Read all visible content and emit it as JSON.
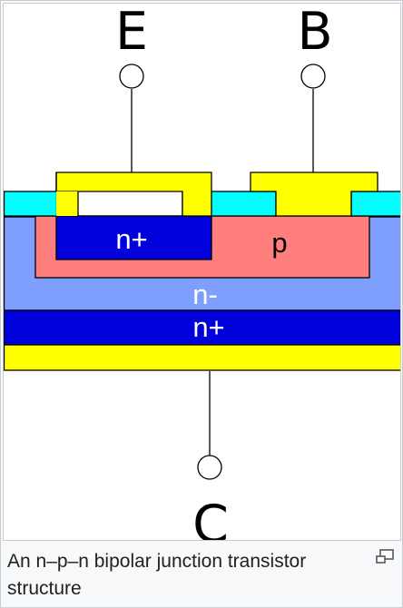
{
  "diagram": {
    "terminals": {
      "emitter": "E",
      "base": "B",
      "collector": "C"
    },
    "regions": {
      "emitter_region": "n+",
      "base_region": "p",
      "drift_region": "n-",
      "substrate_region": "n+"
    },
    "colors": {
      "metal": "#ffff00",
      "oxide": "#00ffff",
      "n_plus": "#0000dd",
      "p": "#ff7f7f",
      "n_minus": "#7f9fff",
      "outline": "#000000"
    }
  },
  "caption": {
    "text": "An n–p–n bipolar junction transistor structure"
  },
  "enlarge": {
    "icon": "enlarge-icon"
  }
}
